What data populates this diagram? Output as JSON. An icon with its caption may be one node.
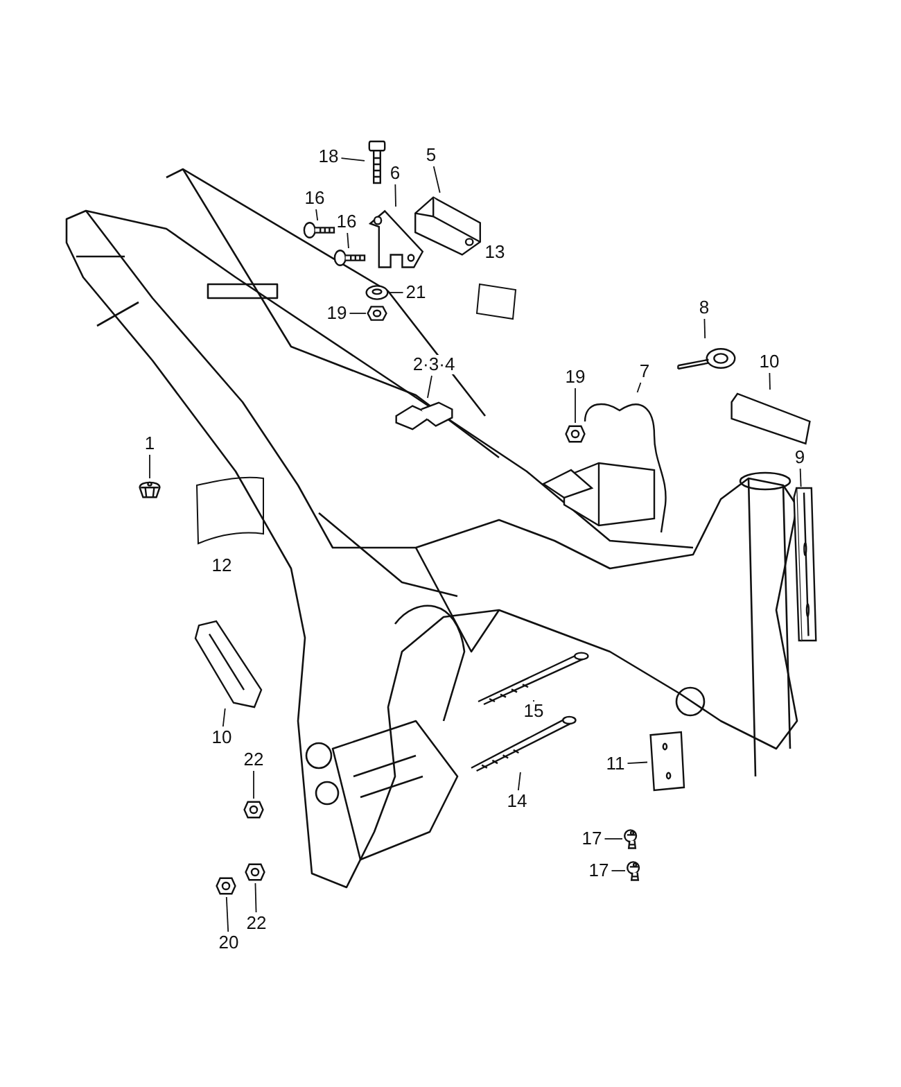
{
  "diagram": {
    "nodes": [
      {
        "text": [
          "18"
        ]
      },
      {
        "text": [],
        "shape": "picture"
      },
      {
        "text": [
          "6"
        ]
      },
      {
        "text": [],
        "shape": "picture"
      },
      {
        "text": [
          "5"
        ]
      },
      {
        "text": [],
        "shape": "picture"
      },
      {
        "text": [
          "16"
        ]
      },
      {
        "text": [],
        "shape": "picture"
      },
      {
        "text": [
          "16"
        ]
      },
      {
        "text": [],
        "shape": "picture"
      },
      {
        "text": [
          "21"
        ]
      },
      {
        "text": [],
        "shape": "picture"
      },
      {
        "text": [
          "19"
        ]
      },
      {
        "text": [],
        "shape": "picture"
      },
      {
        "text": [
          "2·3·4"
        ]
      },
      {
        "text": [],
        "shape": "picture"
      },
      {
        "text": [
          "19"
        ]
      },
      {
        "text": [],
        "shape": "picture"
      },
      {
        "text": [
          "7"
        ]
      },
      {
        "text": [],
        "shape": "picture"
      },
      {
        "text": [
          "8"
        ]
      },
      {
        "text": [],
        "shape": "picture"
      },
      {
        "text": [
          "10"
        ]
      },
      {
        "text": [],
        "shape": "picture"
      },
      {
        "text": [
          "9"
        ]
      },
      {
        "text": [],
        "shape": "picture"
      },
      {
        "text": [
          "1"
        ]
      },
      {
        "text": [],
        "shape": "picture"
      },
      {
        "text": [
          "10"
        ]
      },
      {
        "text": [],
        "shape": "picture"
      },
      {
        "text": [
          "15"
        ]
      },
      {
        "text": [],
        "shape": "picture"
      },
      {
        "text": [
          "14"
        ]
      },
      {
        "text": [],
        "shape": "picture"
      },
      {
        "text": [
          "11"
        ]
      },
      {
        "text": [],
        "shape": "picture"
      },
      {
        "text": [
          "17"
        ]
      },
      {
        "text": [],
        "shape": "picture"
      },
      {
        "text": [
          "17"
        ]
      },
      {
        "text": [],
        "shape": "picture"
      },
      {
        "text": [
          "22"
        ]
      },
      {
        "text": [],
        "shape": "picture"
      },
      {
        "text": [
          "22"
        ]
      },
      {
        "text": [],
        "shape": "picture"
      },
      {
        "text": [
          "20"
        ]
      },
      {
        "text": [],
        "shape": "picture"
      }
    ],
    "edges": [
      {
        "from": 0,
        "to": 1,
        "arrow": "none"
      },
      {
        "from": 2,
        "to": 3,
        "arrow": "none"
      },
      {
        "from": 4,
        "to": 5,
        "arrow": "none"
      },
      {
        "from": 6,
        "to": 7,
        "arrow": "none"
      },
      {
        "from": 8,
        "to": 9,
        "arrow": "none"
      },
      {
        "from": 10,
        "to": 11,
        "arrow": "none"
      },
      {
        "from": 12,
        "to": 13,
        "arrow": "none"
      },
      {
        "from": 14,
        "to": 15,
        "arrow": "none"
      },
      {
        "from": 16,
        "to": 17,
        "arrow": "none"
      },
      {
        "from": 18,
        "to": 19,
        "arrow": "none"
      },
      {
        "from": 20,
        "to": 21,
        "arrow": "none"
      },
      {
        "from": 22,
        "to": 23,
        "arrow": "none"
      },
      {
        "from": 24,
        "to": 25,
        "arrow": "none"
      },
      {
        "from": 26,
        "to": 27,
        "arrow": "none"
      },
      {
        "from": 28,
        "to": 29,
        "arrow": "none"
      },
      {
        "from": 30,
        "to": 31,
        "arrow": "none"
      },
      {
        "from": 32,
        "to": 33,
        "arrow": "none"
      },
      {
        "from": 34,
        "to": 35,
        "arrow": "none"
      },
      {
        "from": 36,
        "to": 37,
        "arrow": "none"
      },
      {
        "from": 38,
        "to": 39,
        "arrow": "none"
      },
      {
        "from": 40,
        "to": 41,
        "arrow": "none"
      },
      {
        "from": 42,
        "to": 43,
        "arrow": "none"
      },
      {
        "from": 44,
        "to": 45,
        "arrow": "none"
      }
    ],
    "labels": [
      "13",
      "12"
    ]
  }
}
